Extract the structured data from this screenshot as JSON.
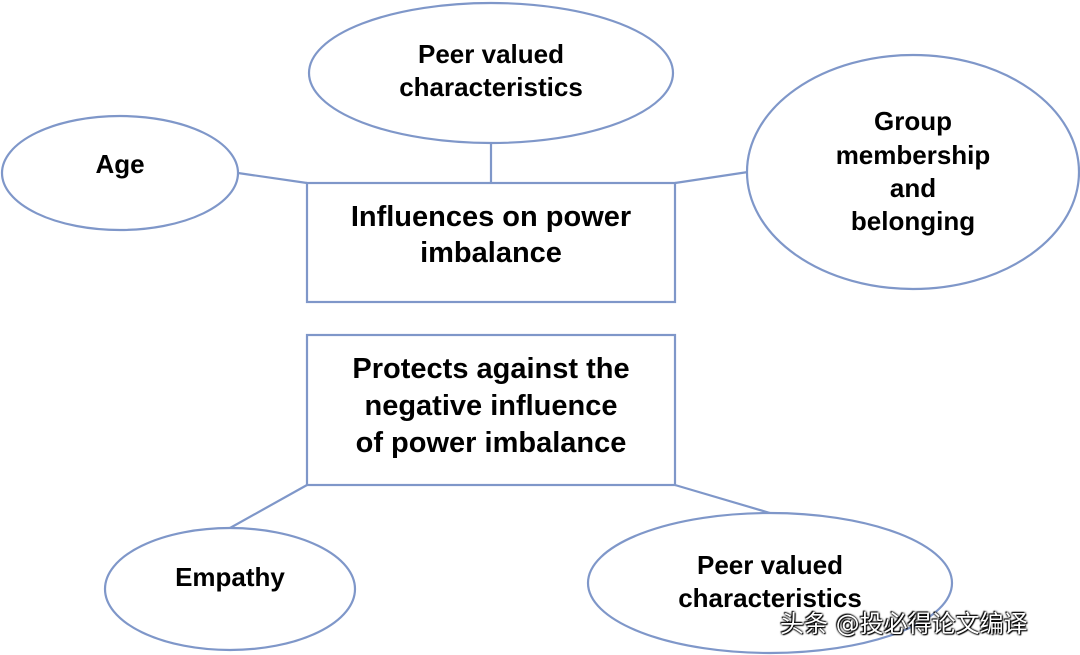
{
  "diagram": {
    "top_box": {
      "lines": [
        "Influences on power",
        "imbalance"
      ]
    },
    "bottom_box": {
      "lines": [
        "Protects against the",
        "negative influence",
        "of power imbalance"
      ]
    },
    "nodes": {
      "age": {
        "lines": [
          "Age"
        ]
      },
      "peer_top": {
        "lines": [
          "Peer valued",
          "characteristics"
        ]
      },
      "group": {
        "lines": [
          "Group",
          "membership",
          "and",
          "belonging"
        ]
      },
      "empathy": {
        "lines": [
          "Empathy"
        ]
      },
      "peer_bottom": {
        "lines": [
          "Peer valued",
          "characteristics"
        ]
      }
    },
    "colors": {
      "stroke": "#7f97c9",
      "fill": "#ffffff",
      "text": "#000000"
    }
  },
  "watermark": {
    "text": "头条 @投必得论文编译"
  }
}
